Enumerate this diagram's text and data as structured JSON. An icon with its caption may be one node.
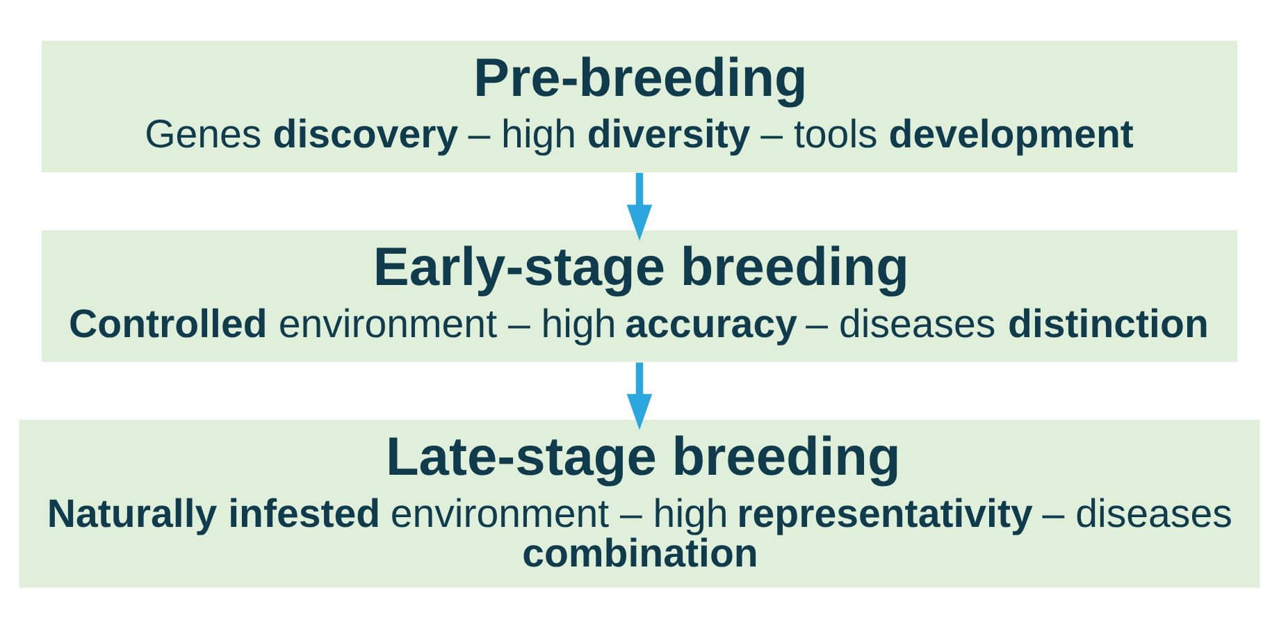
{
  "diagram": {
    "nodes": [
      {
        "text": [
          "Pre-breeding",
          "Genes **discovery** – high **diversity** – tools **development**"
        ]
      },
      {
        "text": [
          "Early-stage breeding",
          "**Controlled** environment – high **accuracy** – diseases **distinction**"
        ]
      },
      {
        "text": [
          "Late-stage breeding",
          "**Naturally infested** environment – high **representativity** – diseases **combination**"
        ]
      }
    ],
    "edges": [
      {
        "from": 0,
        "to": 1,
        "arrow": "to"
      },
      {
        "from": 1,
        "to": 2,
        "arrow": "to"
      }
    ]
  }
}
